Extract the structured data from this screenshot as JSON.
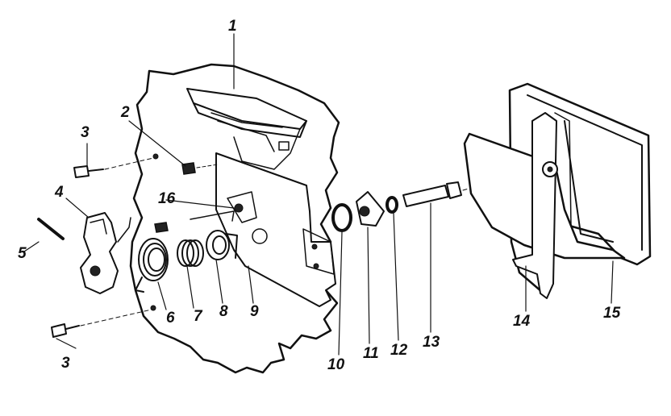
{
  "diagram": {
    "callouts": [
      {
        "id": "c1",
        "text": "1"
      },
      {
        "id": "c2",
        "text": "2"
      },
      {
        "id": "c3a",
        "text": "3"
      },
      {
        "id": "c3b",
        "text": "3"
      },
      {
        "id": "c4",
        "text": "4"
      },
      {
        "id": "c5",
        "text": "5"
      },
      {
        "id": "c6",
        "text": "6"
      },
      {
        "id": "c7",
        "text": "7"
      },
      {
        "id": "c8",
        "text": "8"
      },
      {
        "id": "c9",
        "text": "9"
      },
      {
        "id": "c10",
        "text": "10"
      },
      {
        "id": "c11",
        "text": "11"
      },
      {
        "id": "c12",
        "text": "12"
      },
      {
        "id": "c13",
        "text": "13"
      },
      {
        "id": "c14",
        "text": "14"
      },
      {
        "id": "c15",
        "text": "15"
      },
      {
        "id": "c16",
        "text": "16"
      }
    ]
  }
}
